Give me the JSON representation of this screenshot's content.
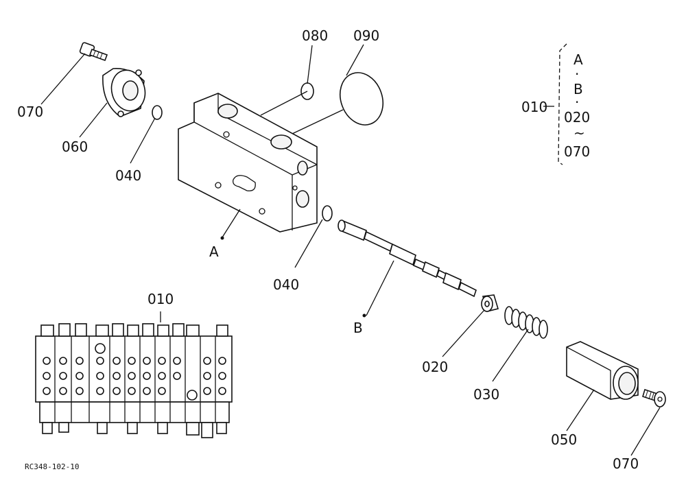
{
  "labels": {
    "p080": "080",
    "p090": "090",
    "p070_top": "070",
    "p060": "060",
    "p040_left": "040",
    "p040_mid": "040",
    "pA": "A",
    "pB": "B",
    "p020": "020",
    "p030": "030",
    "p050": "050",
    "p070_bottom": "070",
    "p010_group": "010",
    "p010_assembly": "010"
  },
  "legend": {
    "line1": "A",
    "dot1": "·",
    "line2": "B",
    "dot2": "·",
    "line3": "020",
    "tilde": "~",
    "line4": "070"
  },
  "drawing_code": "RC348-102-10"
}
